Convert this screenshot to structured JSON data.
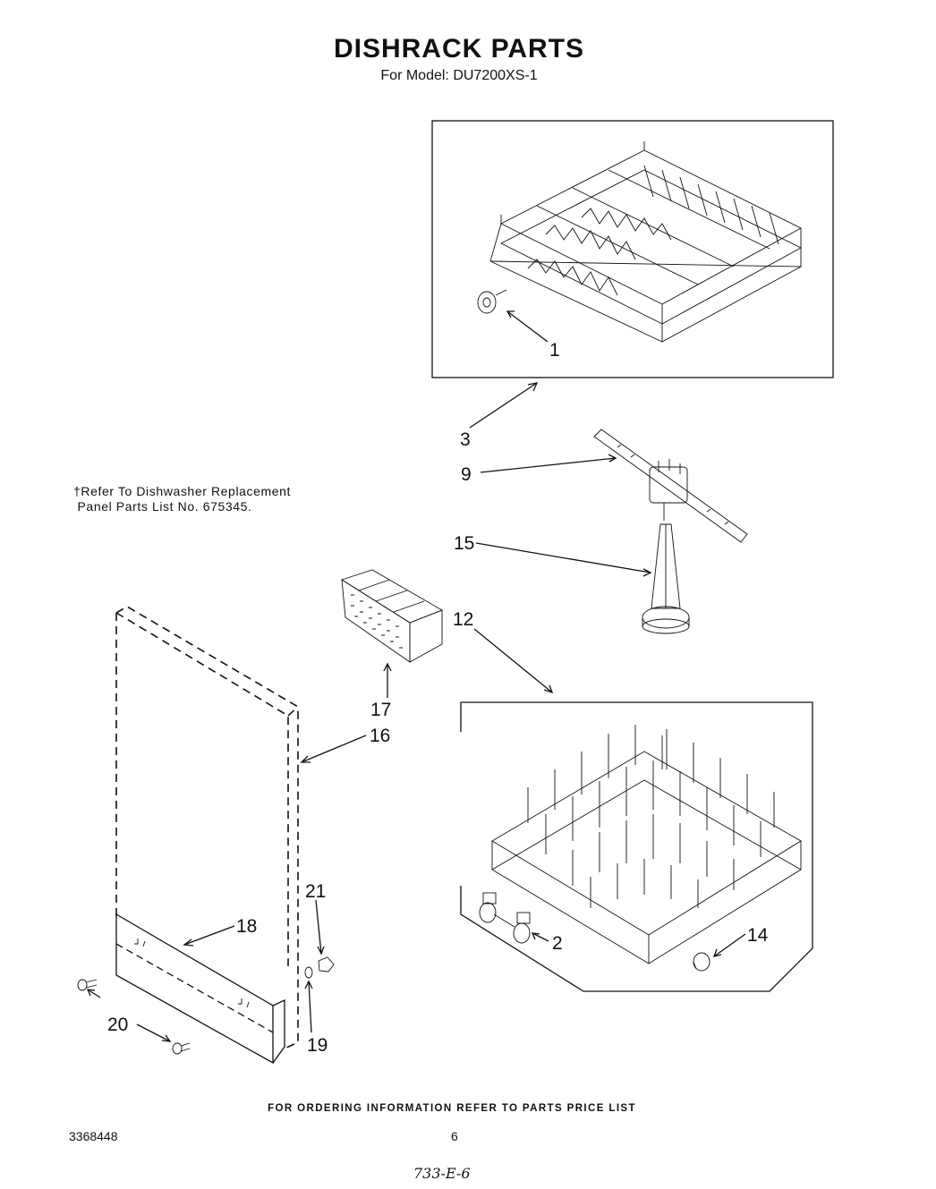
{
  "title": "DISHRACK PARTS",
  "subtitle": "For Model: DU7200XS-1",
  "note": "†Refer To Dishwasher Replacement\n Panel Parts List No. 675345.",
  "footer": {
    "ordering_info": "FOR ORDERING INFORMATION REFER TO PARTS PRICE LIST",
    "doc_number": "3368448",
    "page_number": "6",
    "handwritten_code": "733-E-6"
  },
  "callouts": [
    "1",
    "3",
    "9",
    "15",
    "12",
    "17",
    "16",
    "21",
    "18",
    "2",
    "14",
    "20",
    "19"
  ]
}
